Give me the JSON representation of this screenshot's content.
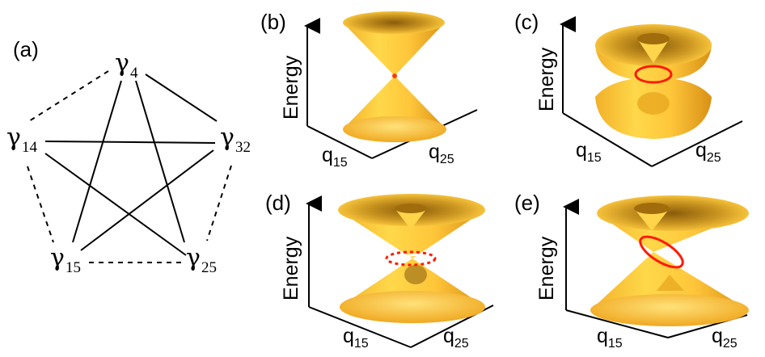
{
  "panel_labels": {
    "a": "(a)",
    "b": "(b)",
    "c": "(c)",
    "d": "(d)",
    "e": "(e)"
  },
  "graph": {
    "symbol": "γ",
    "nodes": {
      "g4": "4",
      "g14": "14",
      "g32": "32",
      "g15": "15",
      "g25": "25"
    },
    "edges_solid": [
      [
        "4",
        "32"
      ],
      [
        "4",
        "15"
      ],
      [
        "4",
        "25"
      ],
      [
        "14",
        "32"
      ],
      [
        "14",
        "25"
      ],
      [
        "15",
        "32"
      ]
    ],
    "edges_dashed": [
      [
        "4",
        "14"
      ],
      [
        "14",
        "15"
      ],
      [
        "15",
        "25"
      ],
      [
        "25",
        "32"
      ]
    ]
  },
  "axes": {
    "energy": "Energy",
    "q_main": "q",
    "q15_sub": "15",
    "q25_sub": "25"
  },
  "colors": {
    "cone_light": "#ffd84a",
    "cone_mid": "#f0b028",
    "cone_dark": "#b07a10",
    "crossing_line": "#ff1a00"
  }
}
